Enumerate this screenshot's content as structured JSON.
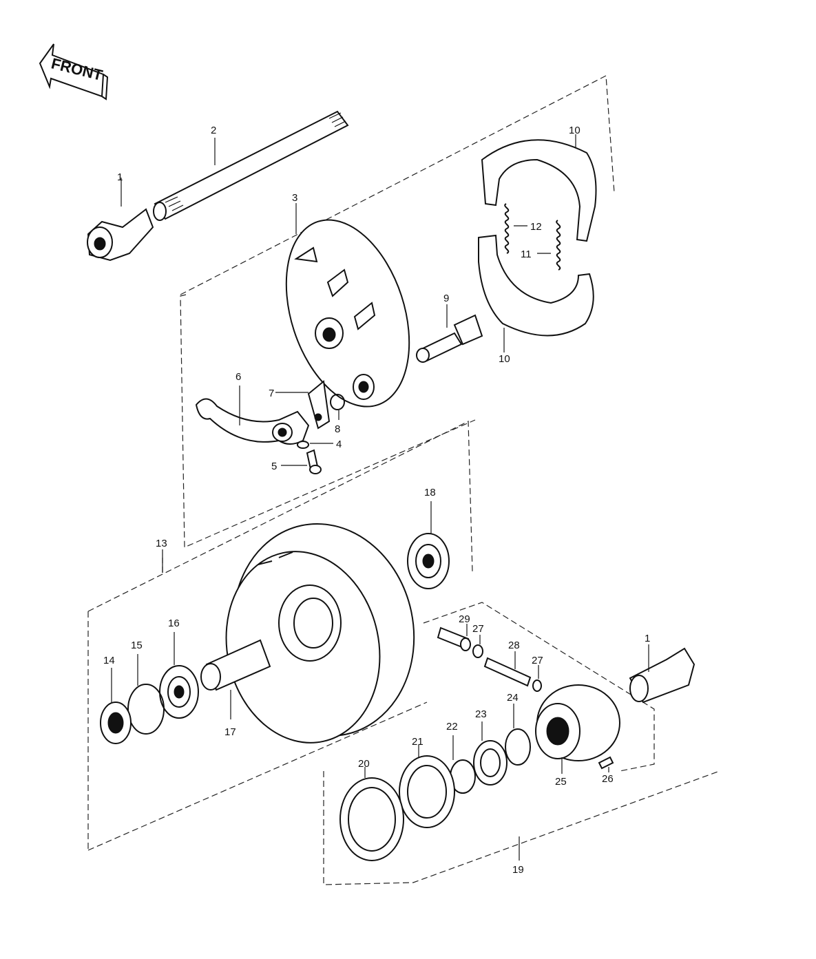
{
  "front_arrow": {
    "label": "FRONT"
  },
  "callouts": [
    {
      "id": "c1a",
      "text": "1"
    },
    {
      "id": "c2",
      "text": "2"
    },
    {
      "id": "c3",
      "text": "3"
    },
    {
      "id": "c4",
      "text": "4"
    },
    {
      "id": "c5",
      "text": "5"
    },
    {
      "id": "c6",
      "text": "6"
    },
    {
      "id": "c7",
      "text": "7"
    },
    {
      "id": "c8",
      "text": "8"
    },
    {
      "id": "c9",
      "text": "9"
    },
    {
      "id": "c10a",
      "text": "10"
    },
    {
      "id": "c10b",
      "text": "10"
    },
    {
      "id": "c11",
      "text": "11"
    },
    {
      "id": "c12",
      "text": "12"
    },
    {
      "id": "c13",
      "text": "13"
    },
    {
      "id": "c14",
      "text": "14"
    },
    {
      "id": "c15",
      "text": "15"
    },
    {
      "id": "c16",
      "text": "16"
    },
    {
      "id": "c17",
      "text": "17"
    },
    {
      "id": "c18",
      "text": "18"
    },
    {
      "id": "c19",
      "text": "19"
    },
    {
      "id": "c20",
      "text": "20"
    },
    {
      "id": "c21",
      "text": "21"
    },
    {
      "id": "c22",
      "text": "22"
    },
    {
      "id": "c23",
      "text": "23"
    },
    {
      "id": "c24",
      "text": "24"
    },
    {
      "id": "c25",
      "text": "25"
    },
    {
      "id": "c26",
      "text": "26"
    },
    {
      "id": "c27a",
      "text": "27"
    },
    {
      "id": "c27b",
      "text": "27"
    },
    {
      "id": "c28",
      "text": "28"
    },
    {
      "id": "c29",
      "text": "29"
    },
    {
      "id": "c1b",
      "text": "1"
    }
  ]
}
